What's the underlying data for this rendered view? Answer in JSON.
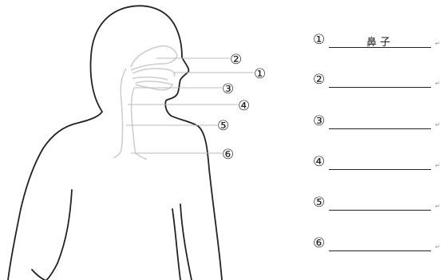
{
  "diagram": {
    "labels": [
      "②",
      "①",
      "③",
      "④",
      "⑤",
      "⑥"
    ]
  },
  "answers": [
    {
      "num": "①",
      "text": "鼻子",
      "mark": "↵"
    },
    {
      "num": "②",
      "text": "",
      "mark": "↵"
    },
    {
      "num": "③",
      "text": "",
      "mark": "↵"
    },
    {
      "num": "④",
      "text": "",
      "mark": "↵"
    },
    {
      "num": "⑤",
      "text": "",
      "mark": "↵"
    }
  ],
  "answer6": {
    "num": "⑥",
    "text": "",
    "mark": "↵"
  }
}
